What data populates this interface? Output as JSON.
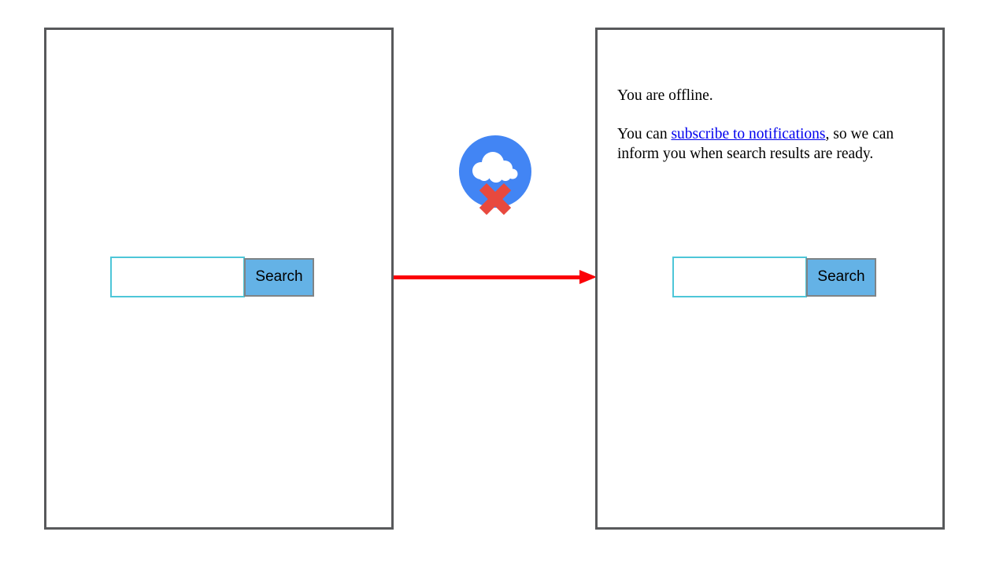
{
  "diagram": {
    "left_panel": {
      "search": {
        "value": "",
        "button_label": "Search"
      }
    },
    "right_panel": {
      "offline_message": "You are offline.",
      "notify_text_before_link": "You can ",
      "notify_link_label": "subscribe to notifications",
      "notify_text_after_link": ", so we can inform you when search results are ready.",
      "search": {
        "value": "",
        "button_label": "Search"
      }
    },
    "icons": {
      "offline_cloud_icon": "cloud-with-red-x",
      "flow_arrow": "red-arrow-left-to-right"
    },
    "colors": {
      "frame_border": "#58595b",
      "input_border": "#4ec6d8",
      "button_fill": "#64b2e6",
      "button_border": "#7f8487",
      "icon_circle_blue": "#4285f4",
      "icon_x_red": "#e8493e",
      "arrow_red": "#fb0007",
      "link_blue": "#0000ee"
    }
  }
}
